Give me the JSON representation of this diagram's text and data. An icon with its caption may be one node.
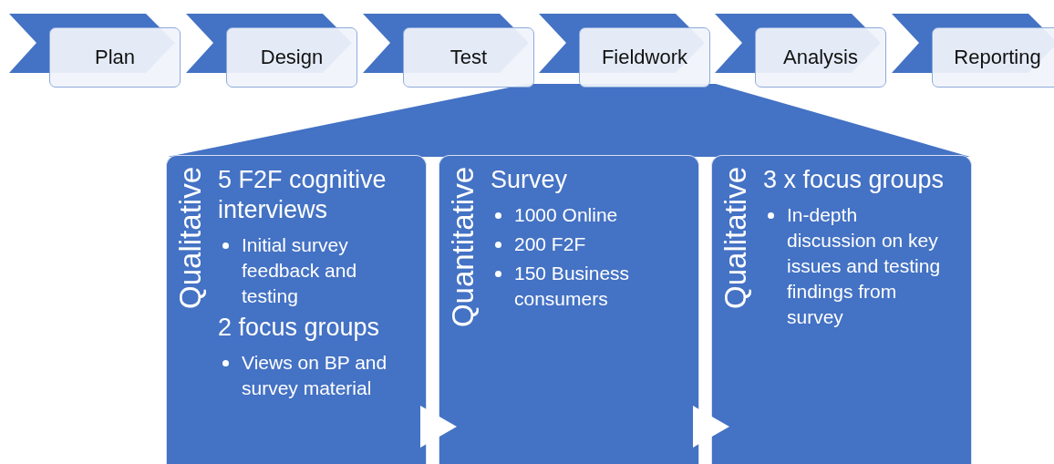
{
  "diagram": {
    "nodes": [
      {
        "text": [
          "Plan"
        ]
      },
      {
        "text": [
          "Design"
        ]
      },
      {
        "text": [
          "Test"
        ]
      },
      {
        "text": [
          "Fieldwork"
        ]
      },
      {
        "text": [
          "Analysis"
        ]
      },
      {
        "text": [
          "Reporting"
        ]
      },
      {
        "text": [
          "Qualitative",
          "5 F2F cognitive interviews",
          "Initial survey feedback and testing",
          "2 focus groups",
          "Views on BP and survey material"
        ]
      },
      {
        "text": [
          "Quantitative",
          "Survey",
          "1000 Online",
          "200 F2F",
          "150 Business consumers"
        ]
      },
      {
        "text": [
          "Qualitative",
          "3 x focus groups",
          "In-depth discussion on key issues and testing findings from survey"
        ]
      },
      {
        "text": [],
        "shape": "trapezoid"
      }
    ],
    "edges": [
      {
        "from": 6,
        "to": 7,
        "arrow": "to"
      },
      {
        "from": 7,
        "to": 8,
        "arrow": "to"
      }
    ]
  }
}
